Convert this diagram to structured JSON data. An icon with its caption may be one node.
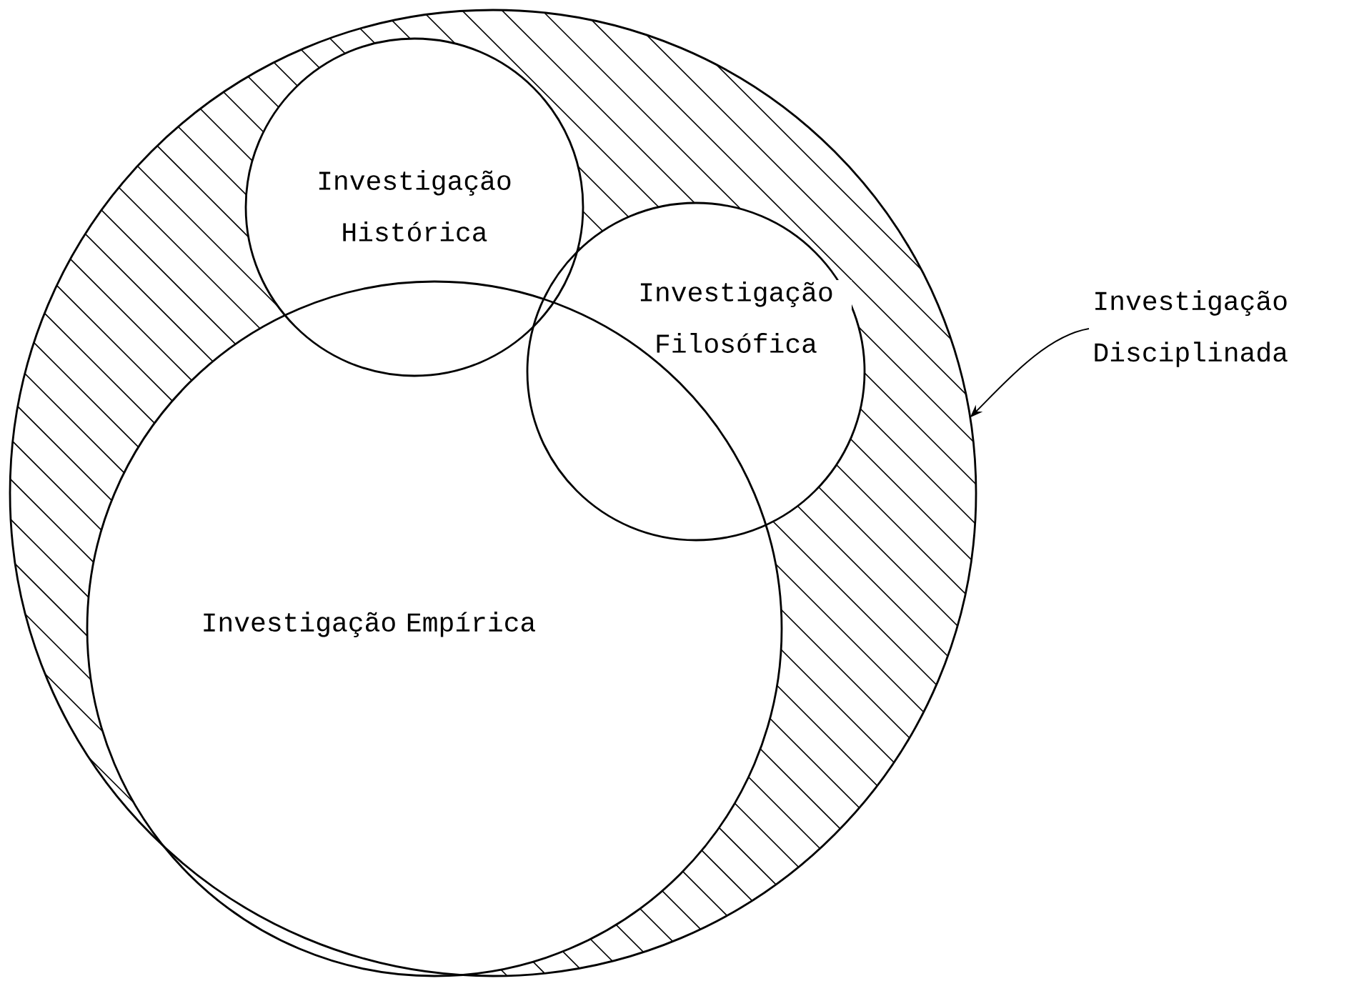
{
  "diagram": {
    "nodes": [
      {
        "text": [],
        "shape": "circle"
      },
      {
        "text": [
          "Investigação Histórica"
        ],
        "in": 0
      },
      {
        "text": [
          "Investigação Filosófica"
        ],
        "in": 0
      },
      {
        "text": [
          "Investigação Empírica"
        ],
        "in": 0
      },
      {
        "text": [
          "Investigação Disciplinada"
        ]
      }
    ],
    "edges": [
      {
        "from": 4,
        "to": 0,
        "arrow": "to"
      }
    ]
  }
}
